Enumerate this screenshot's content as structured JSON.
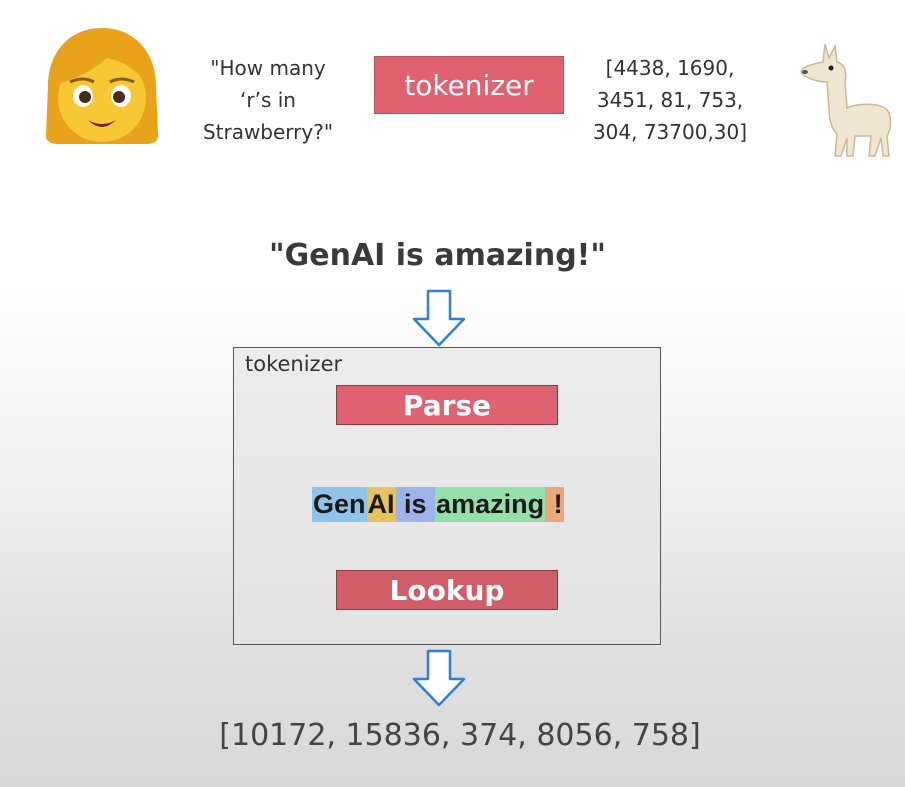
{
  "top_row": {
    "question": "\"How many\n‘r’s in\nStrawberry?\"",
    "tokenizer_label": "tokenizer",
    "token_ids": "[4438,  1690,\n3451, 81, 753,\n304, 73700,30]"
  },
  "headline": "\"GenAI is amazing!\"",
  "tokenizer_box": {
    "label": "tokenizer",
    "parse_label": "Parse",
    "lookup_label": "Lookup",
    "tokens": [
      {
        "text": "Gen",
        "color": "#8fc3ea"
      },
      {
        "text": "AI",
        "color": "#e8c25a"
      },
      {
        "text": " is ",
        "color": "#9cb4ea"
      },
      {
        "text": "amazing",
        "color": "#94e0a8"
      },
      {
        "text": " !",
        "color": "#e8a87c"
      }
    ]
  },
  "output_ids": "[10172, 15836, 374, 8056, 758]",
  "colors": {
    "accent_red": "#e06270",
    "arrow_blue": "#2f7fd6"
  },
  "icons": [
    "woman-emoji-icon",
    "llama-emoji-icon",
    "down-arrow-icon"
  ]
}
